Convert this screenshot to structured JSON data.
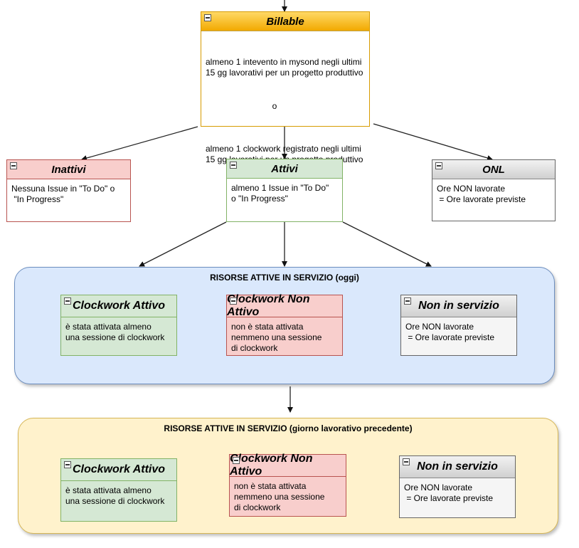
{
  "billable": {
    "title": "Billable",
    "line1": "almeno 1 intevento in mysond negli ultimi 15 gg lavorativi per un progetto produttivo",
    "or": "o",
    "line2": "almeno 1 clockwork registrato negli ultimi 15 gg lavorativi per un progetto produttivo"
  },
  "inattivi": {
    "title": "Inattivi",
    "text": "Nessuna Issue in \"To Do\" o\n \"In Progress\""
  },
  "attivi": {
    "title": "Attivi",
    "text": "almeno 1 Issue in \"To Do\"\no \"In Progress\""
  },
  "onl": {
    "title": "ONL",
    "text": "Ore NON lavorate\n = Ore lavorate previste"
  },
  "today_group": {
    "title": "RISORSE ATTIVE IN SERVIZIO (oggi)",
    "clockwork_attivo": {
      "title": "Clockwork Attivo",
      "text": "è stata attivata almeno\nuna sessione di clockwork"
    },
    "clockwork_non_attivo": {
      "title": "Clockwork Non Attivo",
      "text": "non è stata attivata\nnemmeno una sessione\ndi clockwork"
    },
    "non_in_servizio": {
      "title": "Non in servizio",
      "text": "Ore NON lavorate\n = Ore lavorate previste"
    }
  },
  "previous_group": {
    "title": "RISORSE ATTIVE IN SERVIZIO (giorno lavorativo precedente)",
    "clockwork_attivo": {
      "title": "Clockwork Attivo",
      "text": "è stata attivata almeno\nuna sessione di clockwork"
    },
    "clockwork_non_attivo": {
      "title": "Clockwork Non Attivo",
      "text": "non è stata attivata\nnemmeno una sessione\ndi clockwork"
    },
    "non_in_servizio": {
      "title": "Non in servizio",
      "text": "Ore NON lavorate\n = Ore lavorate previste"
    }
  },
  "colors": {
    "orange_header": "#f2a900",
    "red_fill": "#f8cecc",
    "green_fill": "#d5e8d4",
    "blue_container": "#dae8fc",
    "yellow_container": "#fff2cc",
    "grey_fill": "#f5f5f5"
  },
  "icons": [
    "collapse-icon",
    "arrow-icon"
  ]
}
